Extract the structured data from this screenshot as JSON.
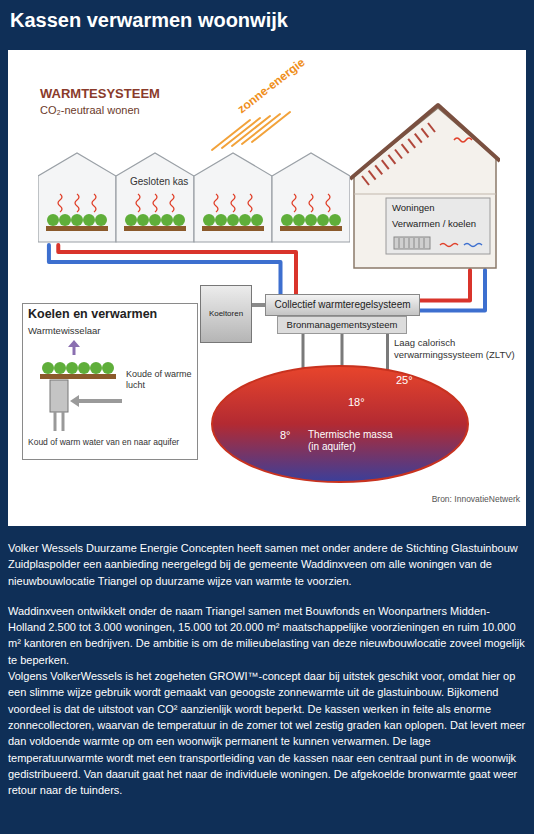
{
  "diagram": {
    "title": "Kassen verwarmen woonwijk",
    "nodes": [
      {
        "text": [
          "Gesloten kas"
        ]
      },
      {
        "text": [
          "Woningen",
          "Verwarmen / koelen"
        ]
      },
      {
        "text": [
          "Koelen en verwarmen",
          "Warmtewisselaar",
          "Koude of warme lucht",
          "Koud of warm water van en naar aquifer"
        ]
      },
      {
        "text": [
          "Koeltoren"
        ]
      },
      {
        "text": [
          "Collectief warmteregelsysteem"
        ]
      },
      {
        "text": [
          "Bronmanagementsysteem"
        ]
      },
      {
        "text": [
          "25°",
          "18°",
          "8°",
          "Thermische massa (in aquifer)"
        ]
      }
    ],
    "edges": [
      {
        "from": 0,
        "to": 4,
        "arrow": "none"
      },
      {
        "from": 0,
        "to": 4,
        "arrow": "none"
      },
      {
        "from": 4,
        "to": 1,
        "arrow": "none"
      },
      {
        "from": 4,
        "to": 1,
        "arrow": "none"
      },
      {
        "from": 3,
        "to": 4,
        "arrow": "none"
      },
      {
        "from": 5,
        "to": 6,
        "arrow": "none"
      },
      {
        "from": 5,
        "to": 6,
        "arrow": "none"
      },
      {
        "from": 5,
        "to": 6,
        "arrow": "none"
      }
    ],
    "labels": [
      "WARMTESYSTEEM",
      "CO₂-neutraal wonen",
      "zonne-energie",
      "Laag calorisch verwarmingssysteem (ZLTV)",
      "Bron: InnovatieNetwerk",
      "Volker Wessels Duurzame Energie Concepten heeft samen met onder andere de Stichting Glastuinbouw Zuidplaspolder een aanbieding neergelegd bij de gemeente Waddinxveen om alle woningen van de nieuwbouwlocatie Triangel op duurzame wijze van warmte te voorzien.",
      "Waddinxveen ontwikkelt onder de naam Triangel samen met Bouwfonds en Woonpartners Midden-Holland 2.500 tot 3.000 woningen, 15.000 tot 20.000 m² maatschappelijke voorzieningen en ruim 10.000 m² kantoren en bedrijven. De ambitie is om de milieubelasting van deze nieuwbouwlocatie zoveel mogelijk te beperken.",
      "Volgens VolkerWessels is het zogeheten GROWI™-concept daar bij uitstek geschikt voor, omdat hier op een slimme wijze gebruik wordt gemaakt van geoogste zonnewarmte uit de glastuinbouw. Bijkomend voordeel is dat de uitstoot van CO² aanzienlijk wordt beperkt. De kassen werken in feite als enorme zonnecollectoren, waarvan de temperatuur in de zomer tot wel zestig graden kan oplopen. Dat levert meer dan voldoende warmte op om een woonwijk permanent te kunnen verwarmen. De lage temperatuurwarmte wordt met een transportleiding van de kassen naar een centraal punt in de woonwijk gedistribueerd. Van daaruit gaat het naar de individuele woningen. De afgekoelde bronwarmte gaat weer retour naar de tuinders."
    ]
  }
}
